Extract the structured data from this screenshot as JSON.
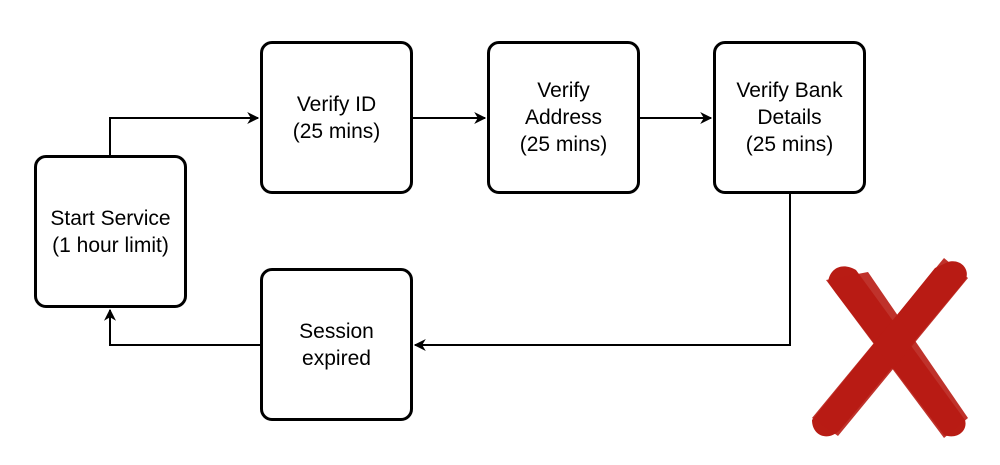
{
  "nodes": {
    "start_service": "Start Service\n(1 hour limit)",
    "verify_id": "Verify ID\n(25 mins)",
    "verify_address": "Verify\nAddress\n(25 mins)",
    "verify_bank": "Verify Bank\nDetails\n(25 mins)",
    "session_expired": "Session\nexpired"
  },
  "colors": {
    "stroke": "#000000",
    "cross": "#b81c14"
  },
  "icons": {
    "failure": "red-x-cross-icon"
  }
}
